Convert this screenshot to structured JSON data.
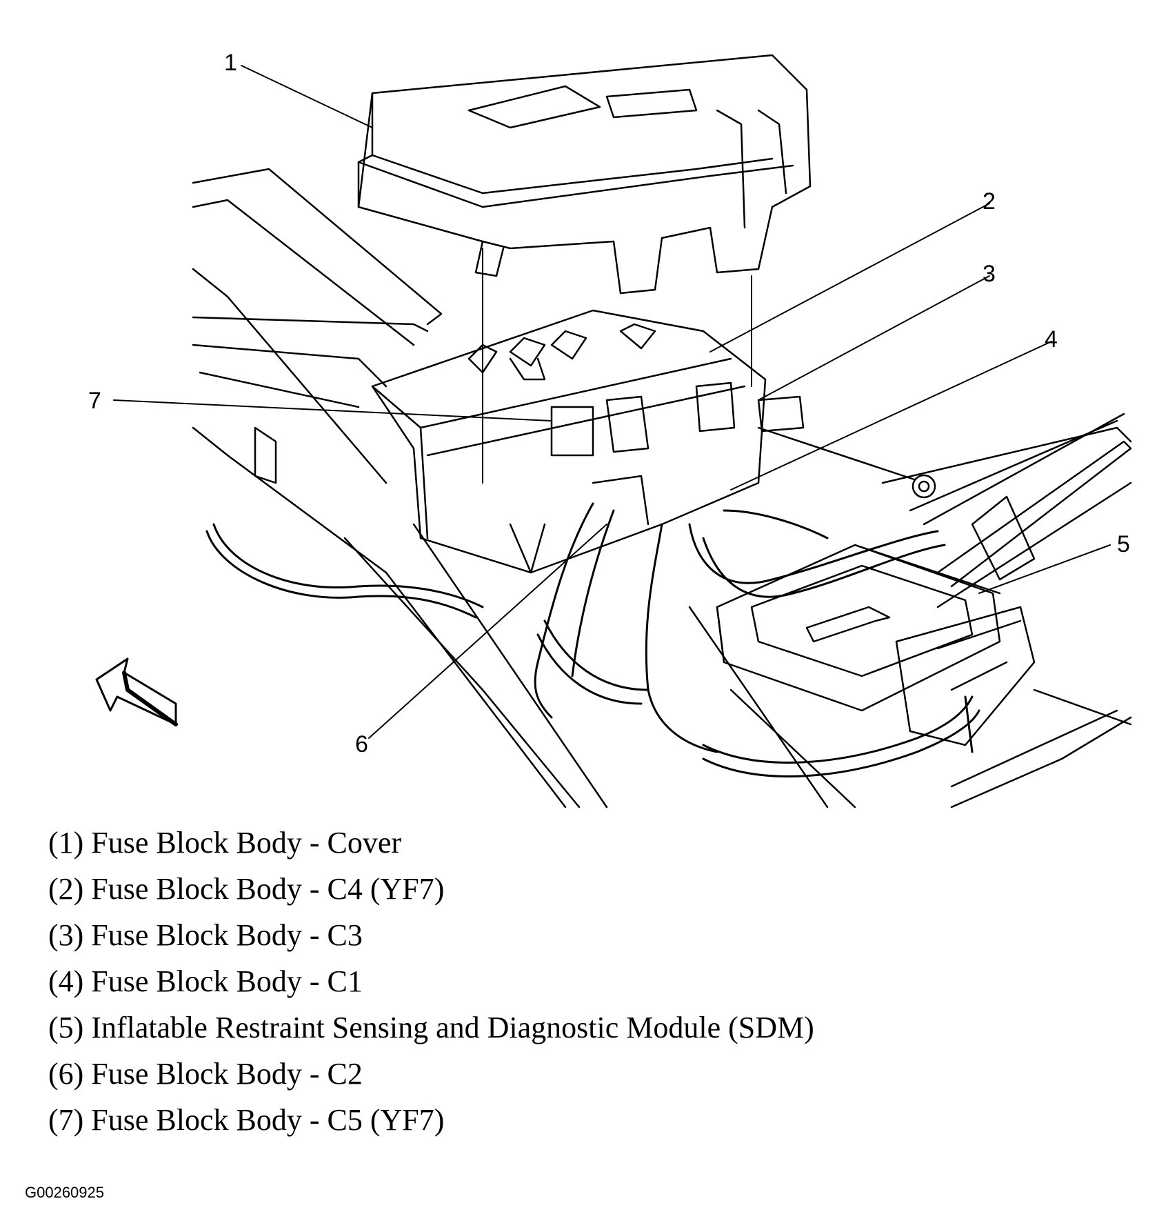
{
  "figure_id": "G00260925",
  "callouts": [
    "1",
    "2",
    "3",
    "4",
    "5",
    "6",
    "7"
  ],
  "legend": [
    "(1) Fuse Block Body - Cover",
    "(2) Fuse Block Body - C4 (YF7)",
    "(3) Fuse Block Body - C3",
    "(4) Fuse Block Body - C1",
    "(5) Inflatable Restraint Sensing and Diagnostic Module (SDM)",
    "(6) Fuse Block Body - C2",
    "(7) Fuse Block Body - C5 (YF7)"
  ],
  "colors": {
    "ink": "#000000",
    "paper": "#ffffff"
  },
  "icons": {
    "direction": "forward-arrow-icon"
  }
}
